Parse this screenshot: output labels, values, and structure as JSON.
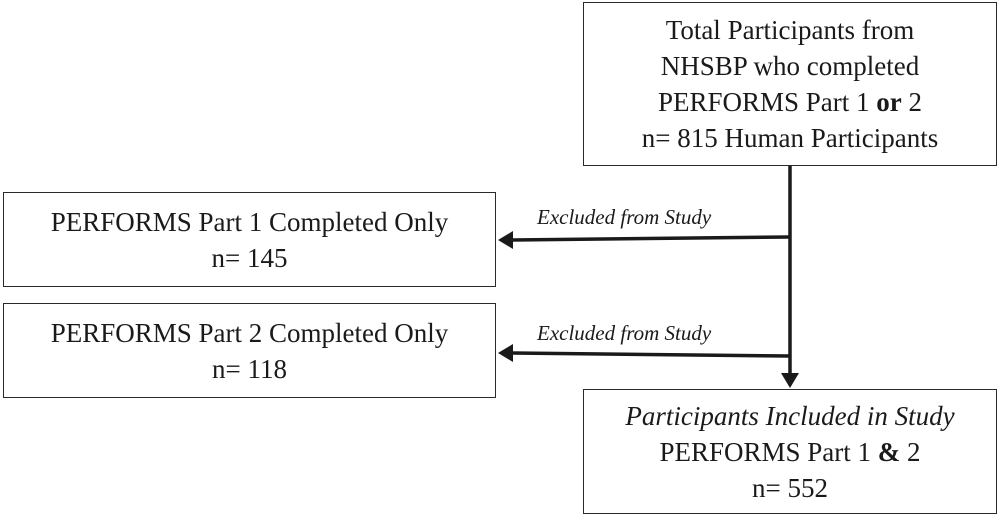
{
  "total_box": {
    "line1": "Total Participants from",
    "line2": "NHSBP who completed",
    "line3_a": "PERFORMS Part 1 ",
    "line3_b": "or",
    "line3_c": " 2",
    "line4": "n= 815 Human Participants"
  },
  "part1_box": {
    "line1": "PERFORMS Part 1 Completed Only",
    "line2": "n= 145"
  },
  "part2_box": {
    "line1": "PERFORMS Part 2 Completed Only",
    "line2": "n= 118"
  },
  "included_box": {
    "line1": "Participants Included in Study",
    "line2_a": "PERFORMS Part 1 ",
    "line2_b": "&",
    "line2_c": " 2",
    "line3": "n= 552"
  },
  "edges": {
    "excluded_label_1": "Excluded from Study",
    "excluded_label_2": "Excluded from Study"
  }
}
